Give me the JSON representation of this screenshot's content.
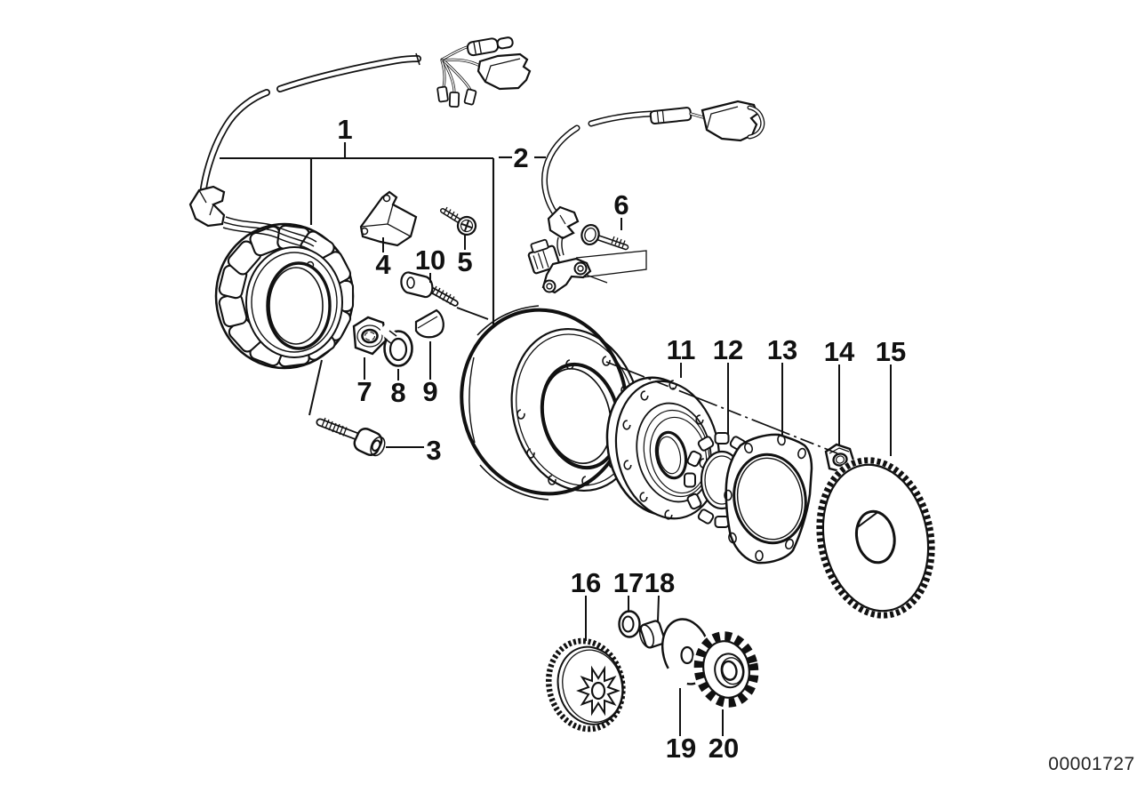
{
  "diagram": {
    "background": "#ffffff",
    "line_color": "#111111",
    "doc_number": "00001727",
    "callouts": [
      {
        "label": "1"
      },
      {
        "label": "2"
      },
      {
        "label": "3"
      },
      {
        "label": "4"
      },
      {
        "label": "5"
      },
      {
        "label": "6"
      },
      {
        "label": "7"
      },
      {
        "label": "8"
      },
      {
        "label": "9"
      },
      {
        "label": "10"
      },
      {
        "label": "11"
      },
      {
        "label": "12"
      },
      {
        "label": "13"
      },
      {
        "label": "14"
      },
      {
        "label": "15"
      },
      {
        "label": "16"
      },
      {
        "label": "17"
      },
      {
        "label": "18"
      },
      {
        "label": "19"
      },
      {
        "label": "20"
      }
    ]
  }
}
